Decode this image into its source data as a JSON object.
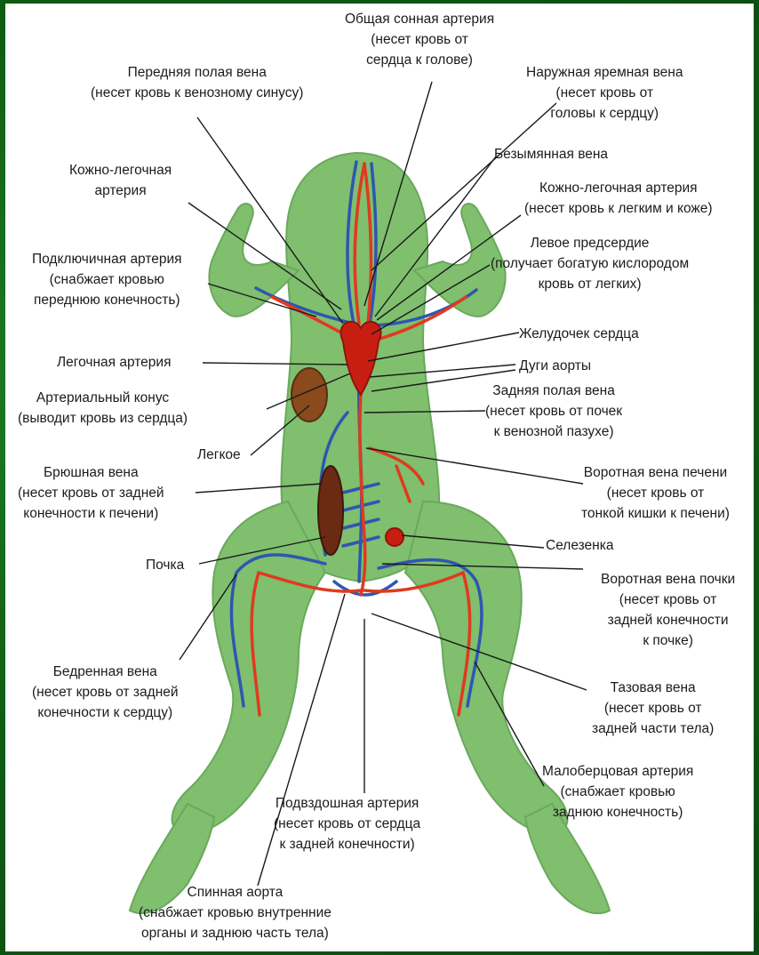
{
  "labels": {
    "common_carotid": "Общая сонная артерия\n(несет кровь от\nсердца к голове)",
    "anterior_vena_cava": "Передняя полая вена\n(несет кровь к венозному синусу)",
    "external_jugular": "Наружная яремная вена\n(несет кровь от\nголовы к сердцу)",
    "innominate_vein": "Безымянная вена",
    "pulmocutaneous_left": "Кожно-легочная\nартерия",
    "pulmocutaneous_right": "Кожно-легочная артерия\n(несет кровь к легким и коже)",
    "left_atrium": "Левое предсердие\n(получает богатую кислородом\nкровь от легких)",
    "subclavian": "Подключичная артерия\n(снабжает кровью\nпереднюю конечность)",
    "ventricle": "Желудочек сердца",
    "pulmonary_artery": "Легочная артерия",
    "aortic_arches": "Дуги аорты",
    "conus": "Артериальный конус\n(выводит кровь из сердца)",
    "posterior_vena_cava": "Задняя полая вена\n(несет кровь от почек\nк венозной пазухе)",
    "lung": "Легкое",
    "abdominal_vein": "Брюшная вена\n(несет кровь от задней\nконечности к печени)",
    "hepatic_portal": "Воротная вена печени\n(несет кровь от\nтонкой кишки к печени)",
    "spleen": "Селезенка",
    "kidney": "Почка",
    "renal_portal": "Воротная вена почки\n(несет кровь от\nзадней конечности\nк почке)",
    "femoral_vein": "Бедренная вена\n(несет кровь от задней\nконечности к сердцу)",
    "pelvic_vein": "Тазовая вена\n(несет кровь от\nзадней части тела)",
    "peroneal_artery": "Малоберцовая артерия\n(снабжает кровью\nзаднюю конечность)",
    "iliac_artery": "Подвздошная артерия\n(несет кровь от сердца\nк задней конечности)",
    "dorsal_aorta": "Спинная аорта\n(снабжает кровью внутренние\nорганы и заднюю часть тела)"
  },
  "colors": {
    "slide_background": "#0e5a14",
    "panel": "#ffffff",
    "body": "#7fbf6e",
    "artery": "#e03a1e",
    "vein": "#2f56b0",
    "heart": "#c81e12",
    "lung": "#8a4a1c",
    "kidney": "#6b2a14",
    "leader_line": "#1a1a1a"
  }
}
